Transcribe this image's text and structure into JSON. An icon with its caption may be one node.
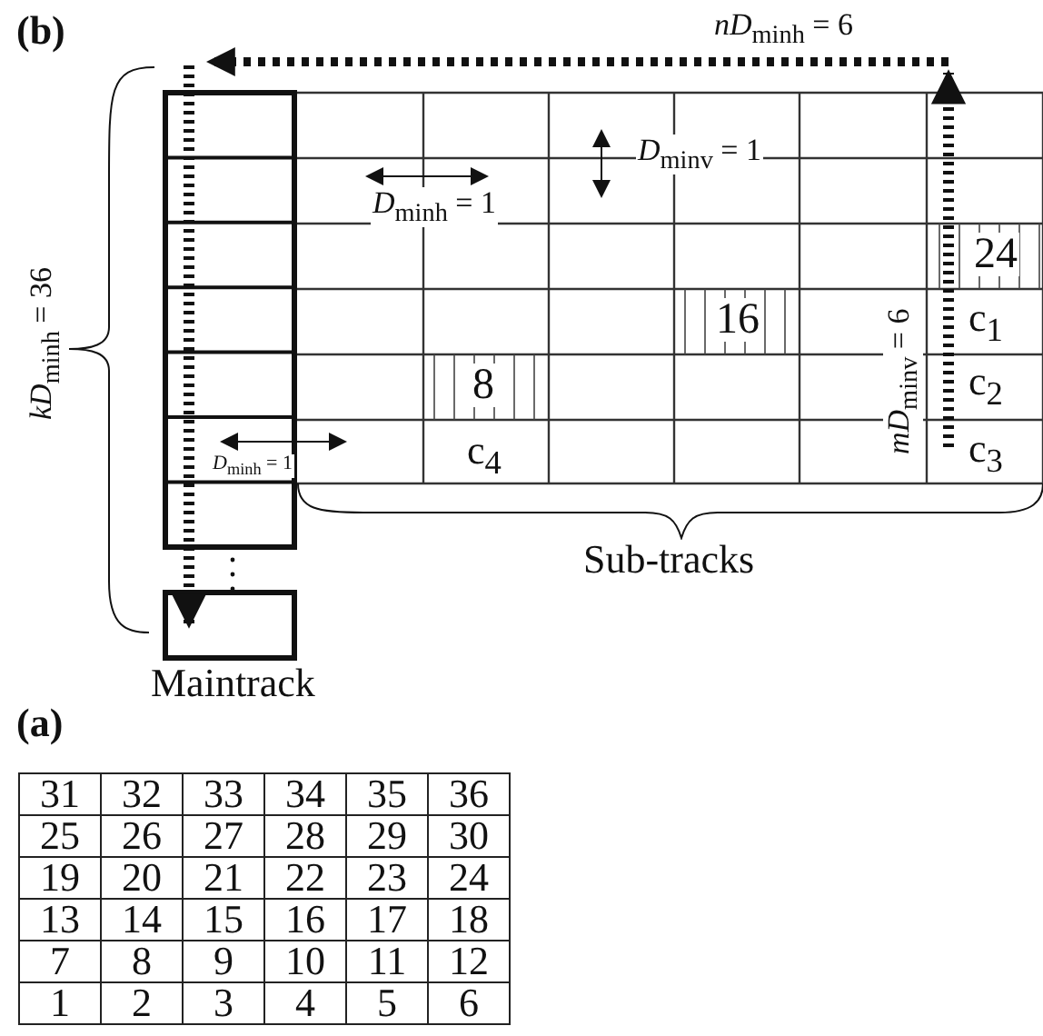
{
  "diagram": {
    "labels": [
      "(b)",
      "*nD*$_{min}$$_{h}$ = 6",
      "*D*$_{min}$$_{v}$ = 1",
      "*D*$_{min}$$_{h}$ = 1",
      "24",
      "*kD*$_{min}$$_{h}$ = 36",
      "16",
      "c$_{1}$",
      "*mD*$_{min}$$_{v}$ = 6",
      "8",
      "c$_{2}$",
      "*D*$_{min}$$_{h}$ = 1",
      "c$_{4}$",
      "c$_{3}$",
      "Sub-tracks",
      "Maintrack",
      "(a)",
      "31",
      "32",
      "33",
      "34",
      "35",
      "36",
      "25",
      "26",
      "27",
      "28",
      "29",
      "30",
      "19",
      "20",
      "21",
      "22",
      "23",
      "24",
      "13",
      "14",
      "15",
      "16",
      "17",
      "18",
      "7",
      "8",
      "9",
      "10",
      "11",
      "12",
      "1",
      "2",
      "3",
      "4",
      "5",
      "6"
    ]
  }
}
